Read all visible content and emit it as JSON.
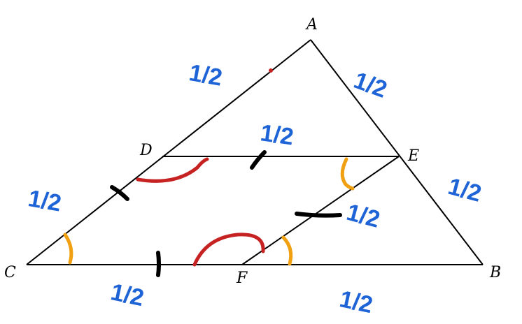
{
  "colors": {
    "line": "#000000",
    "annotation": "#1f64d6",
    "arc_red": "#c62222",
    "arc_orange": "#f0a010",
    "tick": "#000000"
  },
  "vertices": {
    "A": "A",
    "B": "B",
    "C": "C",
    "D": "D",
    "E": "E",
    "F": "F"
  },
  "annotations": {
    "half": "1/2"
  }
}
